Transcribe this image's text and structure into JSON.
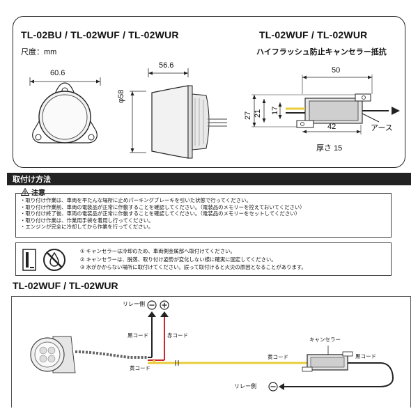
{
  "spec": {
    "left_title": "TL-02BU / TL-02WUF / TL-02WUR",
    "unit": "尺度：mm",
    "dim_width": "60.6",
    "dim_depth": "56.6",
    "dim_dia": "φ58",
    "right_title": "TL-02WUF / TL-02WUR",
    "right_subtitle": "ハイフラッシュ防止キャンセラー抵抗",
    "dim_50": "50",
    "dim_27": "27",
    "dim_21": "21",
    "dim_17": "17",
    "dim_42": "42",
    "earth_label": "アース",
    "thickness": "厚さ 15"
  },
  "install": {
    "section_title": "取付け方法",
    "notes_header": "注意",
    "notes": [
      "・取り付け作業は、車両を平たんな場所に止めパーキングブレーキを引いた状態で行ってください。",
      "・取り付け作業前、車両の電装品が正常に作動することを確認してください。（電装品のメモリーを控えておいてください）",
      "・取り付け終了後、車両の電装品が正常に作動することを確認してください。（電装品のメモリーをセットしてください）",
      "・取り付け作業は、作業用手袋を着用し行ってください。",
      "・エンジンが完全に冷却してから作業を行ってください。"
    ],
    "cautions": [
      "① キャンセラーは冷却のため、車両側金属部へ取付けてください。",
      "② キャンセラーは、脱落、取り付け姿勢が変化しない様に確実に固定してください。",
      "③ 水がかからない場所に取付けてください。誤って取付けると火災の原因となることがあります。"
    ]
  },
  "wiring": {
    "title": "TL-02WUF / TL-02WUR",
    "relay_top": "リレー側",
    "minus": "−",
    "plus": "+",
    "black_cord": "黒コード",
    "red_cord": "赤コード",
    "yellow_cord_left": "黄コード",
    "yellow_cord_mid": "黄コード",
    "canceller": "キャンセラー",
    "black_cord_right": "黒コード",
    "relay_bottom": "リレー側",
    "minus_bottom": "−"
  }
}
